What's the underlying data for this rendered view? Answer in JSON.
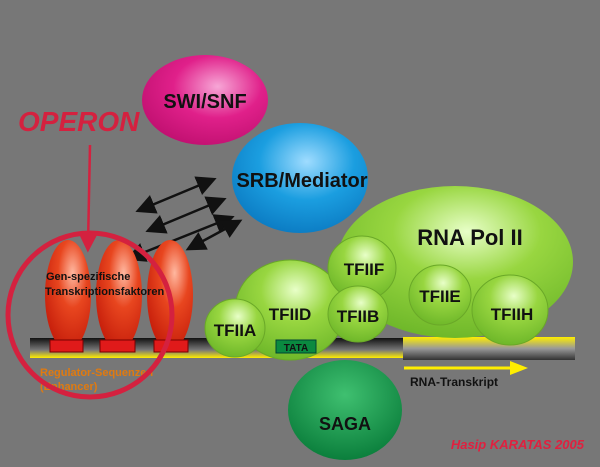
{
  "labels": {
    "operon": "OPERON",
    "swi_snf": "SWI/SNF",
    "srb_mediator": "SRB/Mediator",
    "rna_pol_ii": "RNA Pol II",
    "tfiif": "TFIIF",
    "tfiie": "TFIIE",
    "tfiih": "TFIIH",
    "tfiid": "TFIID",
    "tfiib": "TFIIB",
    "tfiia": "TFIIA",
    "tata": "TATA",
    "gen_line1": "Gen-spezifische",
    "gen_line2": "Transkriptionsfaktoren",
    "regulator_line1": "Regulator-Sequenzen",
    "regulator_line2": "(Enhancer)",
    "rna_transkript": "RNA-Transkript",
    "saga": "SAGA",
    "author": "Hasip KARATAS 2005"
  },
  "colors": {
    "background": "#777777",
    "operon_red": "#d4213f",
    "swi_snf": "#e0208a",
    "srb": "#1b9ee0",
    "green": "#8fd13a",
    "saga": "#0a9a48",
    "factor_red": "#e8361f",
    "orange": "#e07a10",
    "yellow": "#ffee00"
  }
}
